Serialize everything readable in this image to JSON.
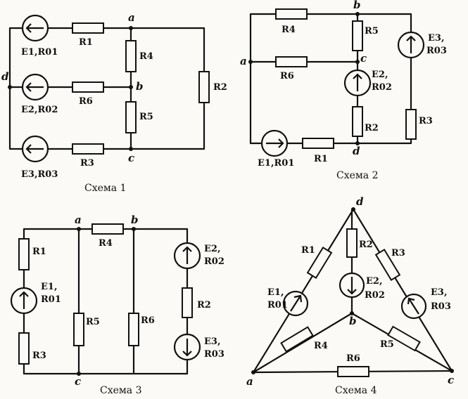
{
  "schemes": [
    {
      "caption": "Схема 1",
      "nodes": {
        "a": "a",
        "b": "b",
        "c": "c",
        "d": "d"
      },
      "labels": {
        "R1": "R1",
        "R4": "R4",
        "R5": "R5",
        "R6": "R6",
        "R2": "R2",
        "R3": "R3",
        "E1R01": "E1,R01",
        "E2R02": "E2,R02",
        "E3R03": "E3,R03"
      }
    },
    {
      "caption": "Схема 2",
      "nodes": {
        "a": "a",
        "b": "b",
        "c": "c",
        "d": "d"
      },
      "labels": {
        "R4": "R4",
        "R5": "R5",
        "R6": "R6",
        "R2": "R2",
        "R3": "R3",
        "R1": "R1",
        "E3": "E3,",
        "R03": "R03",
        "E2": "E2,",
        "R02": "R02",
        "E1R01": "E1,R01"
      }
    },
    {
      "caption": "Схема 3",
      "nodes": {
        "a": "a",
        "b": "b",
        "c": "c"
      },
      "labels": {
        "R1": "R1",
        "R4": "R4",
        "R3": "R3",
        "R5": "R5",
        "R6": "R6",
        "R2": "R2",
        "E1": "E1,",
        "R01": "R01",
        "E2": "E2,",
        "R02": "R02",
        "E3": "E3,",
        "R03": "R03"
      }
    },
    {
      "caption": "Схема 4",
      "nodes": {
        "a": "a",
        "b": "b",
        "c": "c",
        "d": "d"
      },
      "labels": {
        "R1": "R1",
        "R2": "R2",
        "R3": "R3",
        "R4": "R4",
        "R5": "R5",
        "R6": "R6",
        "E1": "E1,",
        "R01": "R01",
        "E2": "E2,",
        "R02": "R02",
        "E3": "E3,",
        "R03": "R03"
      }
    }
  ]
}
